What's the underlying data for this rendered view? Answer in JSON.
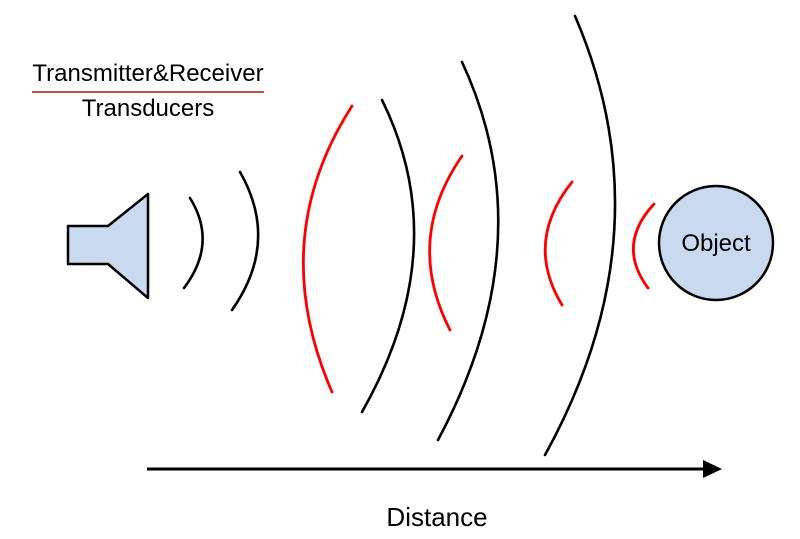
{
  "labels": {
    "title_line1": "Transmitter&Receiver",
    "title_line2": "Transducers",
    "object": "Object",
    "distance": "Distance"
  },
  "colors": {
    "wave_outgoing": "#000000",
    "wave_reflected": "#ff0000",
    "shape_fill": "#c9daf0",
    "shape_stroke": "#000000",
    "title_underline": "#c0504d",
    "text": "#000000",
    "background": "#ffffff"
  },
  "diagram": {
    "outgoing_wave_count": 5,
    "reflected_wave_count": 4,
    "description": "Ultrasonic transducer emits waves (black arcs) toward an object; reflected echo waves (red arcs) travel back"
  }
}
